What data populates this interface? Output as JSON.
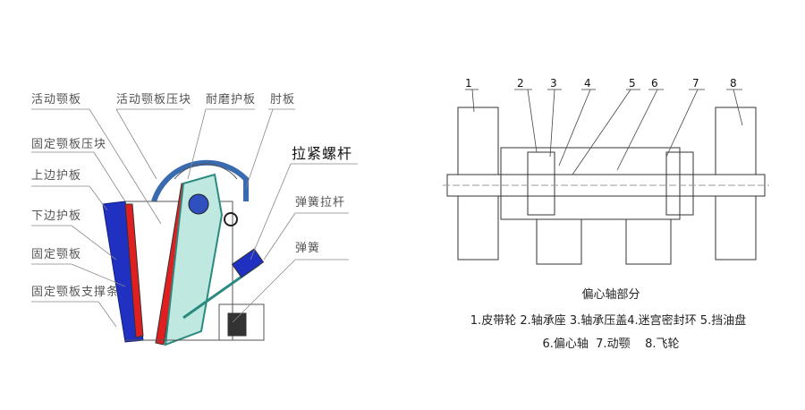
{
  "left_diagram": {
    "labels": {
      "movable_jaw": "活动颚板",
      "movable_jaw_clamp": "活动颚板压块",
      "wear_guard": "耐磨护板",
      "toggle_plate": "肘板",
      "fixed_jaw_clamp": "固定颚板压块",
      "upper_side_guard": "上边护板",
      "lower_side_guard": "下边护板",
      "fixed_jaw": "固定颚板",
      "fixed_jaw_support": "固定颚板支撑条",
      "tension_bolt": "拉紧螺杆",
      "spring_rod": "弹簧拉杆",
      "spring": "弹簧"
    }
  },
  "right_diagram": {
    "numbers": [
      "1",
      "2",
      "3",
      "4",
      "5",
      "6",
      "7",
      "8"
    ],
    "title": "偏心轴部分",
    "legend_line1": "1.皮带轮 2.轴承座 3.轴承压盖4.迷宫密封环 5.挡油盘",
    "legend_line2": "6.偏心轴  7.动颚    8.飞轮"
  },
  "colors": {
    "jaw_red": "#e02020",
    "frame_blue": "#2030c0",
    "pitman_teal": "#2a8a80",
    "flywheel_blue": "#3a6ab0"
  }
}
